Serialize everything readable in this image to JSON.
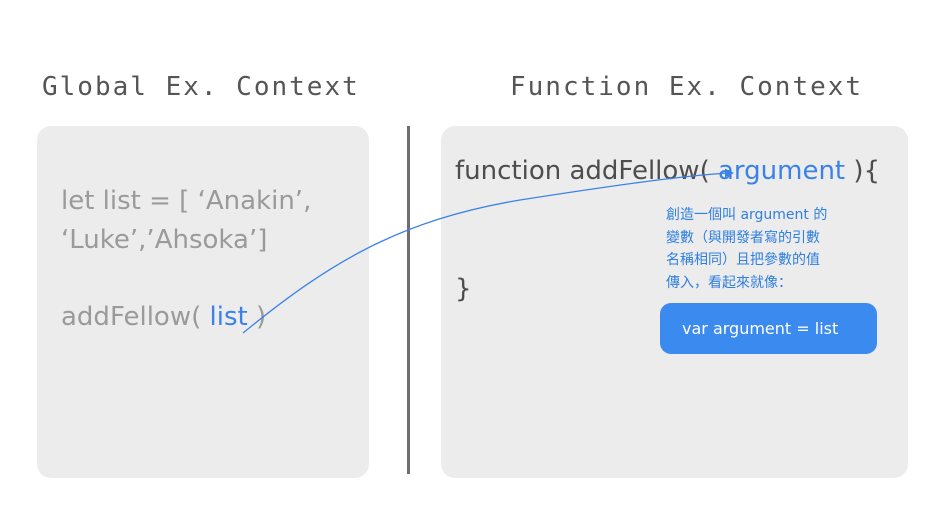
{
  "headings": {
    "global": "Global Ex. Context",
    "function": "Function Ex. Context"
  },
  "global_code": {
    "line1": "let list = [ ‘Anakin’,",
    "line2": "‘Luke’,’Ahsoka’]",
    "call_prefix": "addFellow( ",
    "call_arg": "list",
    "call_suffix": " )"
  },
  "function_code": {
    "prefix": "function addFellow( ",
    "param": "argument",
    "suffix": " ){",
    "closing": "}"
  },
  "note": {
    "lines": [
      "創造一個叫 argument 的",
      "變數（與開發者寫的引數",
      "名稱相同）且把參數的值",
      "傳入，看起來就像："
    ]
  },
  "callout": {
    "text": "var argument = list"
  },
  "colors": {
    "accent": "#3b82e8",
    "panel": "#ececec",
    "divider": "#6e6e6e",
    "callout": "#3a8af0"
  }
}
